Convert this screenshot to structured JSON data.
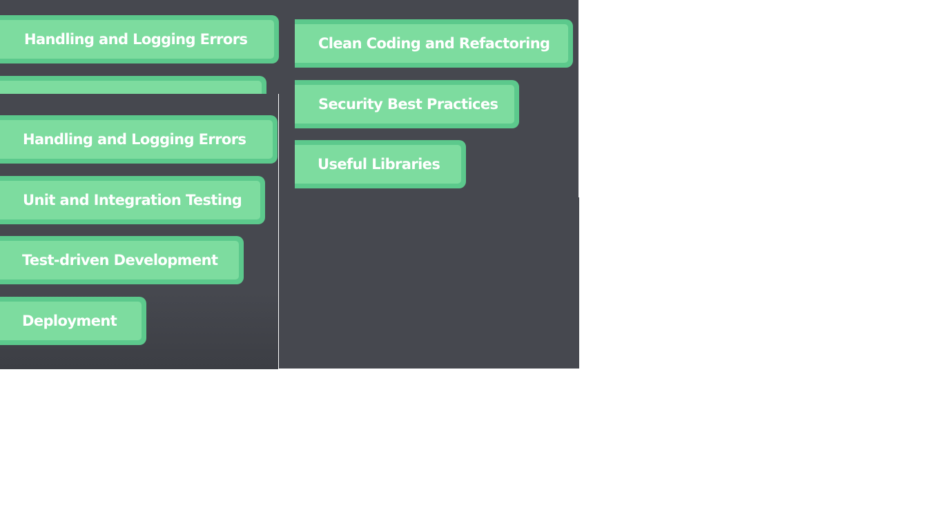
{
  "left_column_top": {
    "items": [
      {
        "label": "Handling and Logging Errors"
      },
      {
        "label": ""
      }
    ]
  },
  "left_column_bottom": {
    "items": [
      {
        "label": "Handling and Logging Errors"
      },
      {
        "label": "Unit and Integration Testing"
      },
      {
        "label": "Test-driven Development"
      },
      {
        "label": "Deployment"
      }
    ]
  },
  "right_column": {
    "items": [
      {
        "label": "Clean Coding and Refactoring"
      },
      {
        "label": "Security Best Practices"
      },
      {
        "label": "Useful Libraries"
      }
    ]
  },
  "colors": {
    "background_dark": "#46484f",
    "pill_fill": "#7ddc9f",
    "pill_border": "#5cc98c",
    "text": "#ffffff"
  }
}
